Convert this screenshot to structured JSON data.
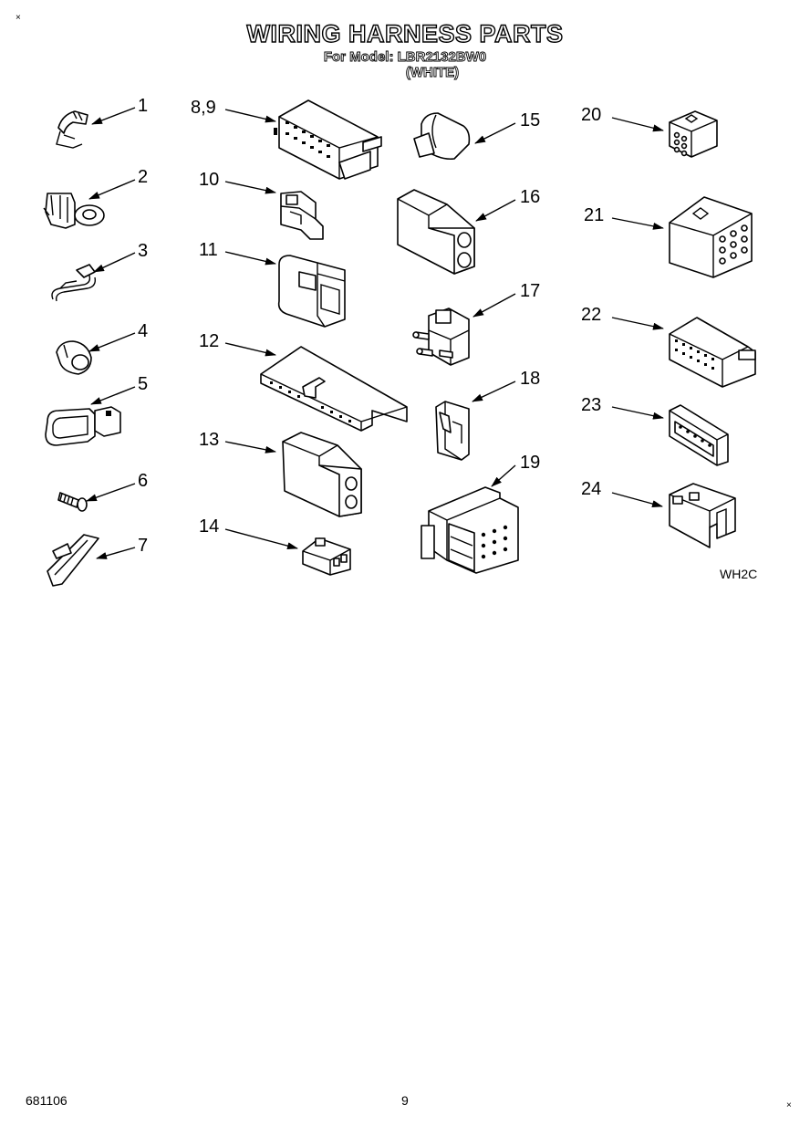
{
  "header": {
    "title": "WIRING HARNESS PARTS",
    "model_line": "For Model: LBR2132BW0",
    "color_line": "(WHITE)"
  },
  "parts": {
    "p1": "1",
    "p2": "2",
    "p3": "3",
    "p4": "4",
    "p5": "5",
    "p6": "6",
    "p7": "7",
    "p89": "8,9",
    "p10": "10",
    "p11": "11",
    "p12": "12",
    "p13": "13",
    "p14": "14",
    "p15": "15",
    "p16": "16",
    "p17": "17",
    "p18": "18",
    "p19": "19",
    "p20": "20",
    "p21": "21",
    "p22": "22",
    "p23": "23",
    "p24": "24"
  },
  "diagram_code": "WH2C",
  "footer": {
    "doc_number": "681106",
    "page_number": "9"
  },
  "corner_marks": {
    "top_left": "×",
    "bottom_right": "×"
  }
}
